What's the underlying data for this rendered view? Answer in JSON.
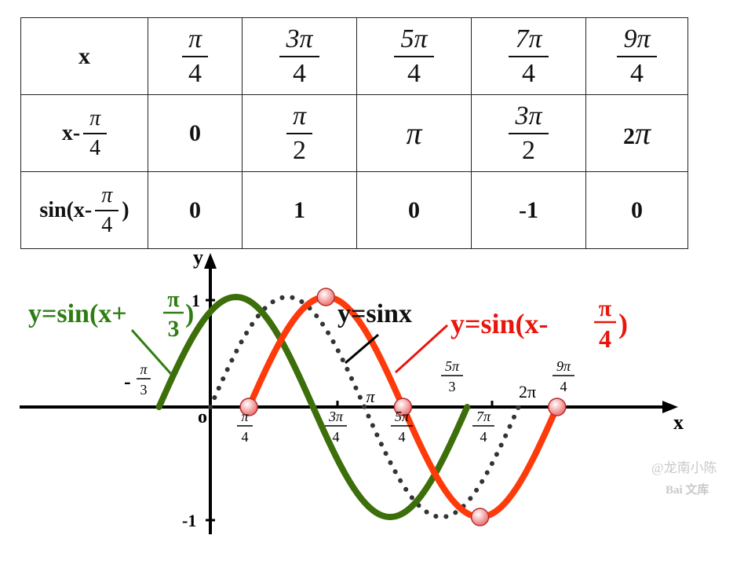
{
  "table": {
    "row_labels": {
      "x": "x",
      "shift_prefix": "x-",
      "sin_prefix": "sin(x-",
      "sin_suffix": ")",
      "frac_num": "π",
      "frac_den": "4"
    },
    "x_row": [
      {
        "num": "π",
        "den": "4"
      },
      {
        "num": "3π",
        "den": "4"
      },
      {
        "num": "5π",
        "den": "4"
      },
      {
        "num": "7π",
        "den": "4"
      },
      {
        "num": "9π",
        "den": "4"
      }
    ],
    "shift_row": {
      "c1": "0",
      "c2": {
        "num": "π",
        "den": "2"
      },
      "c3": "π",
      "c4": {
        "num": "3π",
        "den": "2"
      },
      "c5_coef": "2",
      "c5_pi": "π"
    },
    "sin_row": [
      "0",
      "1",
      "0",
      "-1",
      "0"
    ]
  },
  "graph": {
    "axis_x": "x",
    "axis_y": "y",
    "origin": "o",
    "y_tick_pos": "1",
    "y_tick_neg": "-1",
    "labels": {
      "green_prefix": "y=sin(x+",
      "green_num": "π",
      "green_den": "3",
      "green_suffix": ")",
      "black": "y=sinx",
      "red_prefix": "y=sin(x-",
      "red_num": "π",
      "red_den": "4",
      "red_suffix": ")"
    },
    "ticks": {
      "neg_pi3_sign": "-",
      "neg_pi3_num": "π",
      "neg_pi3_den": "3",
      "pi4_num": "π",
      "pi4_den": "4",
      "threepi4_num": "3π",
      "threepi4_den": "4",
      "pi": "π",
      "fivepi4_num": "5π",
      "fivepi4_den": "4",
      "fivepi3_num": "5π",
      "fivepi3_den": "3",
      "sevenpi4_num": "7π",
      "sevenpi4_den": "4",
      "twopi": "2π",
      "ninepi4_num": "9π",
      "ninepi4_den": "4"
    },
    "watermark": {
      "line1": "@龙南小陈",
      "line2": "Bai 文库"
    },
    "colors": {
      "green": "#3c6e0a",
      "red": "#ff3a0a",
      "black": "#333333",
      "label_green": "#2e7d12",
      "label_red": "#e8160c"
    },
    "curves": [
      {
        "name": "y=sin(x+π/3)",
        "from": "-π/3",
        "to": "5π/3",
        "style": "solid",
        "color": "green"
      },
      {
        "name": "y=sinx",
        "from": "0",
        "to": "2π",
        "style": "dotted",
        "color": "black"
      },
      {
        "name": "y=sin(x-π/4)",
        "from": "π/4",
        "to": "9π/4",
        "style": "solid",
        "color": "red"
      }
    ],
    "key_points": [
      "π/4",
      "3π/4",
      "5π/4",
      "7π/4",
      "9π/4"
    ]
  }
}
